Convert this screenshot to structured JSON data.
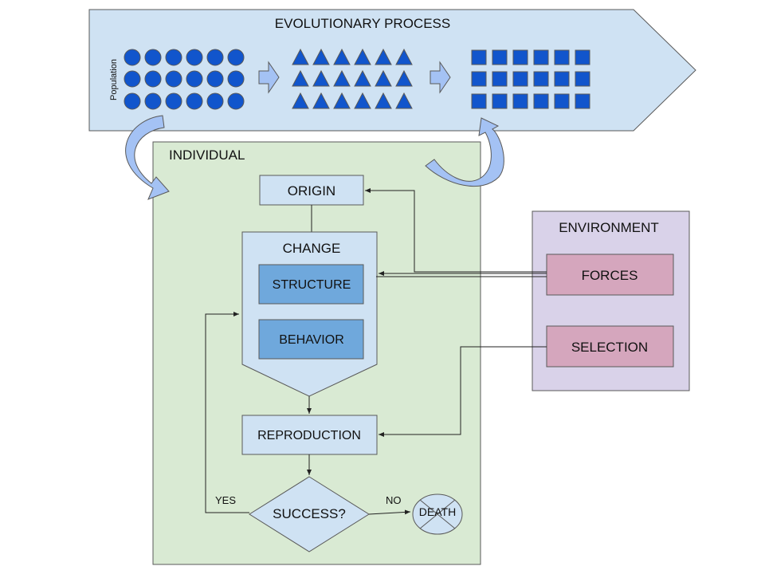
{
  "evolutionary_process": {
    "title": "EVOLUTIONARY PROCESS",
    "population_label": "Population",
    "stages": [
      "circle",
      "triangle",
      "square"
    ],
    "rows": 3,
    "columns": 6
  },
  "individual": {
    "title": "INDIVIDUAL",
    "origin": "ORIGIN",
    "change": {
      "title": "CHANGE",
      "structure": "STRUCTURE",
      "behavior": "BEHAVIOR"
    },
    "reproduction": "REPRODUCTION",
    "success": "SUCCESS?",
    "yes_label": "YES",
    "no_label": "NO",
    "death": "DEATH"
  },
  "environment": {
    "title": "ENVIRONMENT",
    "forces": "FORCES",
    "selection": "SELECTION"
  },
  "colors": {
    "process_fill": "#cfe2f3",
    "individual_fill": "#d9ead3",
    "environment_fill": "#d9d2e9",
    "env_item_fill": "#d5a6bd",
    "box_fill": "#cfe2f3",
    "inner_box_fill": "#6fa8dc",
    "shape_fill": "#1155cc",
    "arrow_fill": "#a4c2f4",
    "outline": "#595959"
  }
}
